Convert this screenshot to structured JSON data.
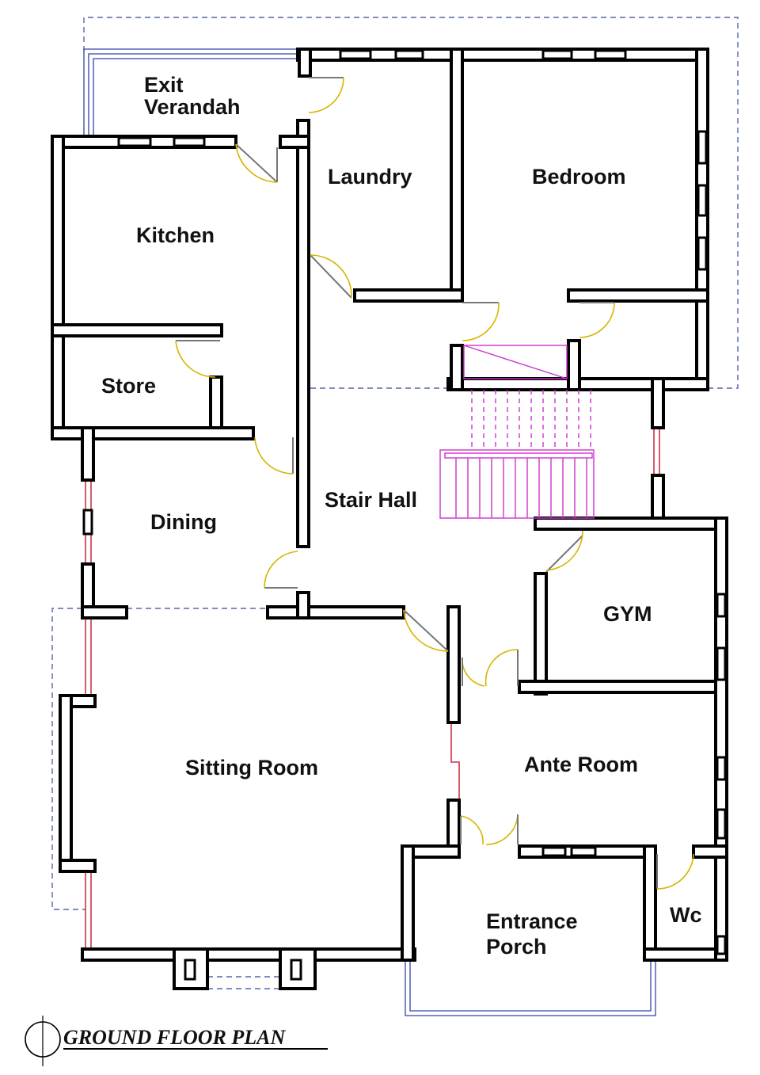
{
  "plan_title": "GROUND FLOOR PLAN",
  "rooms": {
    "exit_verandah": [
      "Exit",
      "Verandah"
    ],
    "laundry": "Laundry",
    "bedroom": "Bedroom",
    "kitchen": "Kitchen",
    "store": "Store",
    "dining": "Dining",
    "stair_hall": "Stair Hall",
    "gym": "GYM",
    "sitting_room": "Sitting Room",
    "ante_room": "Ante Room",
    "entrance_porch": [
      "Entrance",
      "Porch"
    ],
    "wc": "Wc"
  },
  "colors": {
    "wall": "#000000",
    "window": "#cc3344",
    "door_swing": "#d8b400",
    "stair": "#cc33cc",
    "outline": "#5566aa"
  }
}
